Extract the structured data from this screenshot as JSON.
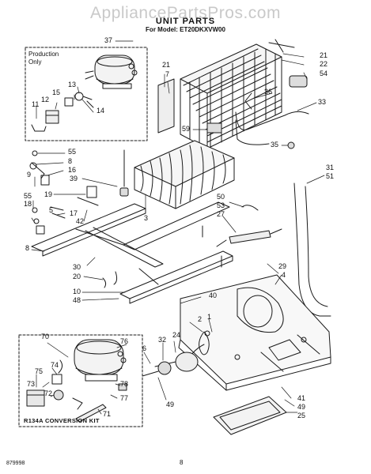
{
  "watermark": "AppliancePartsPros.com",
  "header": {
    "title": "UNIT PARTS",
    "model_line": "For Model: ET20DKXVW00"
  },
  "labels": {
    "production_only": "Production Only",
    "conversion_kit": "R134A CONVERSION KIT"
  },
  "footer": {
    "doc_number": "879998",
    "page_number": "8"
  },
  "part_numbers": [
    {
      "id": "p37",
      "text": "37"
    },
    {
      "id": "p21a",
      "text": "21"
    },
    {
      "id": "p7",
      "text": "7"
    },
    {
      "id": "p21b",
      "text": "21"
    },
    {
      "id": "p22",
      "text": "22"
    },
    {
      "id": "p54",
      "text": "54"
    },
    {
      "id": "p13",
      "text": "13"
    },
    {
      "id": "p15",
      "text": "15"
    },
    {
      "id": "p12",
      "text": "12"
    },
    {
      "id": "p11",
      "text": "11"
    },
    {
      "id": "p14",
      "text": "14"
    },
    {
      "id": "p36",
      "text": "36"
    },
    {
      "id": "p33",
      "text": "33"
    },
    {
      "id": "p59",
      "text": "59"
    },
    {
      "id": "p35",
      "text": "35"
    },
    {
      "id": "p55a",
      "text": "55"
    },
    {
      "id": "p8a",
      "text": "8"
    },
    {
      "id": "p16",
      "text": "16"
    },
    {
      "id": "p9",
      "text": "9"
    },
    {
      "id": "p39",
      "text": "39"
    },
    {
      "id": "p55b",
      "text": "55"
    },
    {
      "id": "p19",
      "text": "19"
    },
    {
      "id": "p18",
      "text": "18"
    },
    {
      "id": "p5",
      "text": "5"
    },
    {
      "id": "p17",
      "text": "17"
    },
    {
      "id": "p42",
      "text": "42"
    },
    {
      "id": "p3",
      "text": "3"
    },
    {
      "id": "p31",
      "text": "31"
    },
    {
      "id": "p51",
      "text": "51"
    },
    {
      "id": "p50",
      "text": "50"
    },
    {
      "id": "p53",
      "text": "53"
    },
    {
      "id": "p27",
      "text": "27"
    },
    {
      "id": "p8b",
      "text": "8"
    },
    {
      "id": "p30",
      "text": "30"
    },
    {
      "id": "p20",
      "text": "20"
    },
    {
      "id": "p29",
      "text": "29"
    },
    {
      "id": "p4",
      "text": "4"
    },
    {
      "id": "p10",
      "text": "10"
    },
    {
      "id": "p48",
      "text": "48"
    },
    {
      "id": "p40",
      "text": "40"
    },
    {
      "id": "p70",
      "text": "70"
    },
    {
      "id": "p76",
      "text": "76"
    },
    {
      "id": "p2",
      "text": "2"
    },
    {
      "id": "p1",
      "text": "1"
    },
    {
      "id": "p32",
      "text": "32"
    },
    {
      "id": "p24",
      "text": "24"
    },
    {
      "id": "p6",
      "text": "6"
    },
    {
      "id": "p74",
      "text": "74"
    },
    {
      "id": "p75",
      "text": "75"
    },
    {
      "id": "p73",
      "text": "73"
    },
    {
      "id": "p72",
      "text": "72"
    },
    {
      "id": "p78",
      "text": "78"
    },
    {
      "id": "p77",
      "text": "77"
    },
    {
      "id": "p71",
      "text": "71"
    },
    {
      "id": "p49a",
      "text": "49"
    },
    {
      "id": "p41",
      "text": "41"
    },
    {
      "id": "p49b",
      "text": "49"
    },
    {
      "id": "p25",
      "text": "25"
    }
  ]
}
